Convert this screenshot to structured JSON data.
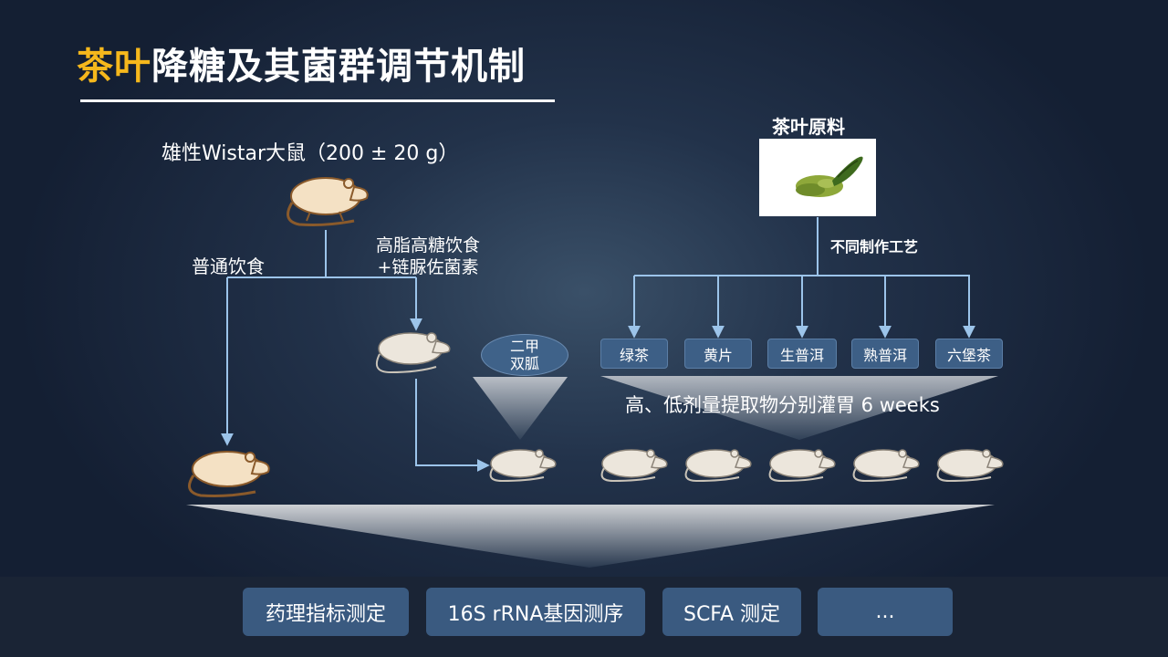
{
  "slide": {
    "title_highlight": "茶叶",
    "title_rest": "降糖及其菌群调节机制"
  },
  "left": {
    "rat_label": "雄性Wistar大鼠（200 ± 20 g）",
    "normal_diet": "普通饮食",
    "hfhs_line1": "高脂高糖饮食",
    "hfhs_line2": "+链脲佐菌素",
    "drug_line1": "二甲",
    "drug_line2": "双胍"
  },
  "right": {
    "tea_material": "茶叶原料",
    "process_label": "不同制作工艺",
    "teas": [
      "绿茶",
      "黄片",
      "生普洱",
      "熟普洱",
      "六堡茶"
    ],
    "dosing": "高、低剂量提取物分别灌胃 6 weeks"
  },
  "outputs": [
    "药理指标测定",
    "16S rRNA基因测序",
    "SCFA 测定",
    "..."
  ],
  "colors": {
    "highlight": "#f6b81c",
    "box": "#3d5f86",
    "line": "#9cc4ea"
  }
}
